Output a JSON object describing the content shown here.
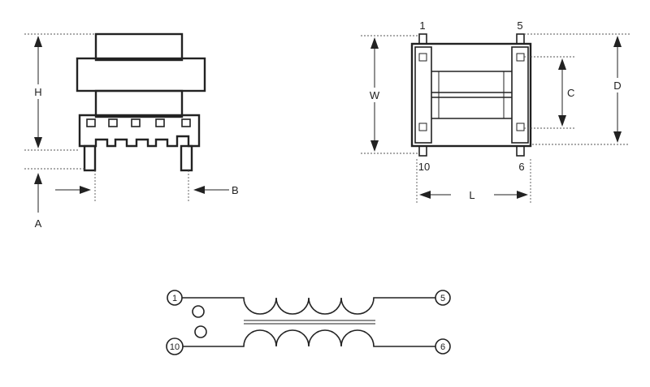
{
  "dimensions": {
    "H": "H",
    "A": "A",
    "B": "B",
    "W": "W",
    "C": "C",
    "D": "D",
    "L": "L"
  },
  "pins": {
    "top_left": "1",
    "top_right": "5",
    "bottom_left": "10",
    "bottom_right": "6"
  },
  "schematic_pins": {
    "in_top": "1",
    "in_bottom": "10",
    "out_top": "5",
    "out_bottom": "6"
  }
}
